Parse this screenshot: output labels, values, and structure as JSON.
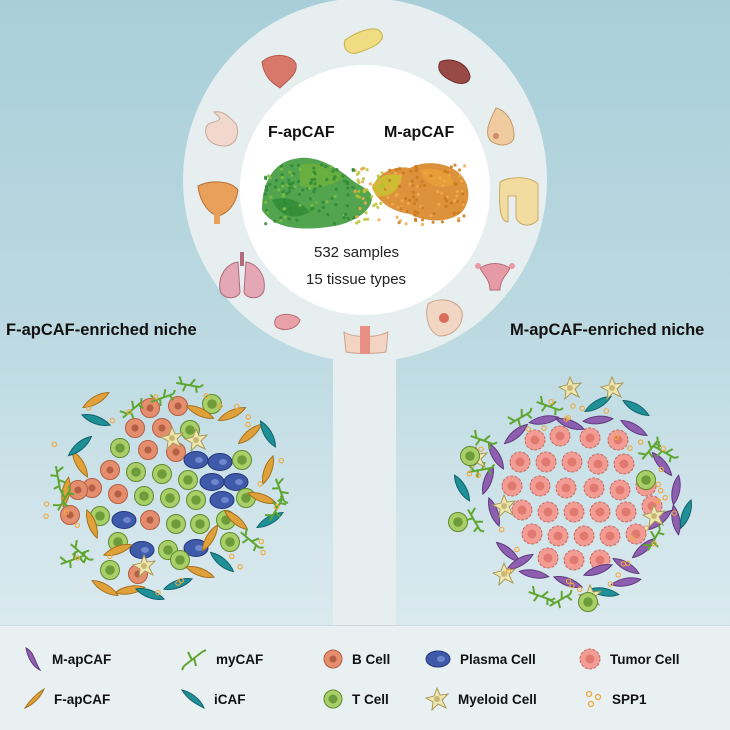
{
  "center": {
    "f_label": "F-apCAF",
    "m_label": "M-apCAF",
    "samples": "532 samples",
    "tissues": "15 tissue types"
  },
  "niches": {
    "left_title": "F-apCAF-enriched niche",
    "right_title": "M-apCAF-enriched niche"
  },
  "legend": {
    "m_apcaf": "M-apCAF",
    "f_apcaf": "F-apCAF",
    "mycaf": "myCAF",
    "icaf": "iCAF",
    "b_cell": "B Cell",
    "t_cell": "T Cell",
    "plasma_cell": "Plasma Cell",
    "myeloid_cell": "Myeloid Cell",
    "tumor_cell": "Tumor Cell",
    "spp1": "SPP1"
  },
  "colors": {
    "m_apcaf": "#8e5fb0",
    "f_apcaf": "#e0a13a",
    "mycaf": "#7cc043",
    "icaf": "#1f8f98",
    "b_cell": "#e58e6e",
    "t_cell": "#a9cf68",
    "plasma_cell": "#3f5aa8",
    "myeloid_cell": "#efe6b0",
    "tumor_cell": "#f29c93",
    "spp1": "#f0a93c"
  },
  "tissue_icons": [
    "pancreas-icon",
    "spleen-icon",
    "liver-icon",
    "breast-icon",
    "stomach-icon",
    "colon-icon",
    "bladder-icon",
    "uterus-icon",
    "lung-icon",
    "cervix-icon",
    "intestine-icon",
    "esophagus-icon"
  ]
}
